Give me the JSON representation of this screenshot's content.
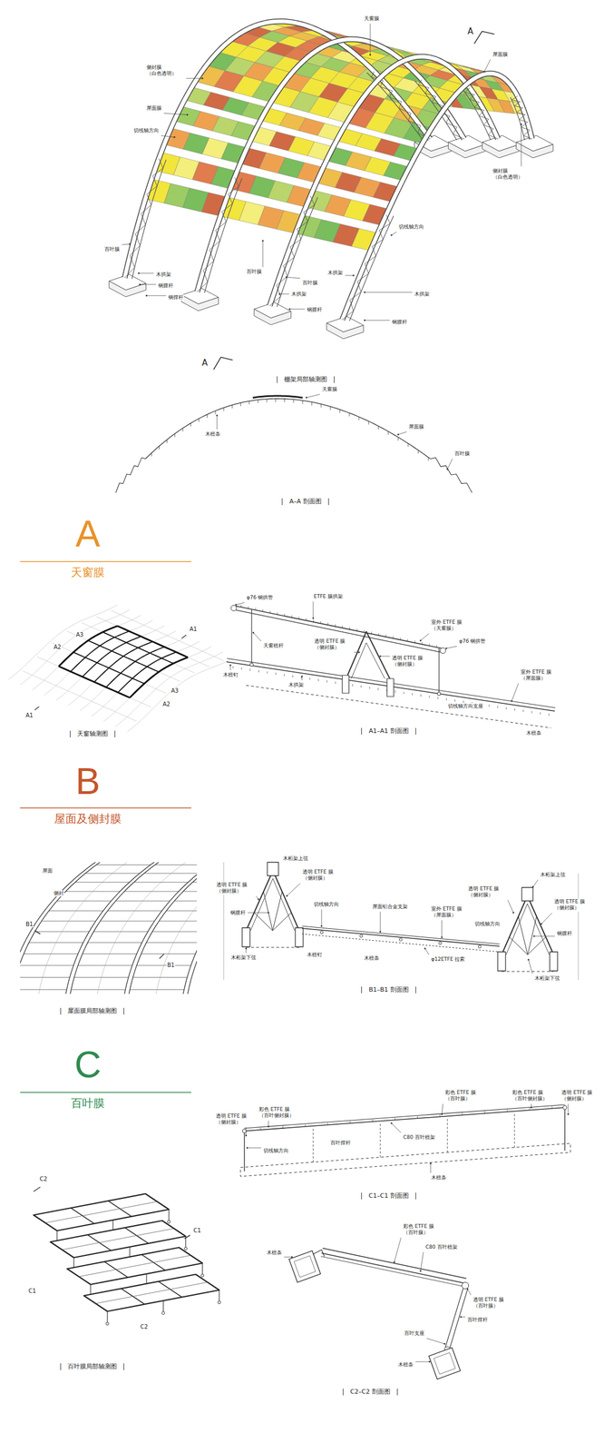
{
  "diagram": {
    "labels": [
      "侧封膜 （白色透明）",
      "天窗膜",
      "A",
      "屋面膜",
      "屋面膜",
      "切线轴方向",
      "侧封膜 （白色透明）",
      "切线轴方向",
      "百叶膜",
      "木拱架",
      "钢腹杆",
      "钢撑杆",
      "百叶膜",
      "木拱架",
      "百叶膜",
      "木拱架",
      "钢腹杆",
      "木拱架",
      "钢腹杆",
      "A",
      "棚架局部轴测图",
      "天窗膜",
      "屋面膜",
      "木檩条",
      "百叶膜",
      "A–A 剖面图",
      "A",
      "天窗膜",
      "A1",
      "A2",
      "A3",
      "A1",
      "A2",
      "A3",
      "天窗轴测图",
      "φ76 钢拱管",
      "ETFE 膜拱架",
      "室外 ETFE 膜 （天窗膜）",
      "φ76 钢拱管",
      "天窗檩杆",
      "木檩钉",
      "透明 ETFE 膜 （侧封膜）",
      "透明 ETFE 膜 （侧封膜）",
      "木拱架",
      "室外 ETFE 膜 （屋面膜）",
      "切线轴方向支座",
      "木檩条",
      "A1–A1 剖面图",
      "B",
      "屋面及侧封膜",
      "屋面",
      "侧封",
      "B1",
      "B1",
      "屋面膜局部轴测图",
      "木桁架上弦",
      "透明 ETFE 膜 （侧封膜）",
      "透明 ETFE 膜 （侧封膜）",
      "钢腹杆",
      "切线轴方向",
      "屋面铝合金支架",
      "室外 ETFE 膜 （屋面膜）",
      "切线轴方向",
      "φ12ETFE 拉索",
      "木檩条",
      "木檩钉",
      "木桁架下弦",
      "木桁架上弦",
      "透明 ETFE 膜 （侧封膜）",
      "透明 ETFE 膜 （侧封膜）",
      "钢腹杆",
      "木桁架下弦",
      "B1–B1 剖面图",
      "C",
      "百叶膜",
      "C2",
      "C1",
      "C1",
      "C2",
      "百叶膜局部轴测图",
      "透明 ETFE 膜 （侧封膜）",
      "彩色 ETFE 膜 （百叶侧封膜）",
      "彩色 ETFE 膜 （百叶膜）",
      "彩色 ETFE 膜 （百叶侧封膜）",
      "透明 ETFE 膜 （侧封膜）",
      "C80 百叶檩架",
      "切线轴方向",
      "百叶撑杆",
      "木檩条",
      "C1–C1 剖面图",
      "彩色 ETFE 膜 （百叶膜）",
      "C80 百叶檩架",
      "木檩条",
      "透明 ETFE 膜 （百叶膜）",
      "百叶撑杆",
      "百叶支座",
      "木檩条",
      "C2–C2 剖面图"
    ]
  }
}
